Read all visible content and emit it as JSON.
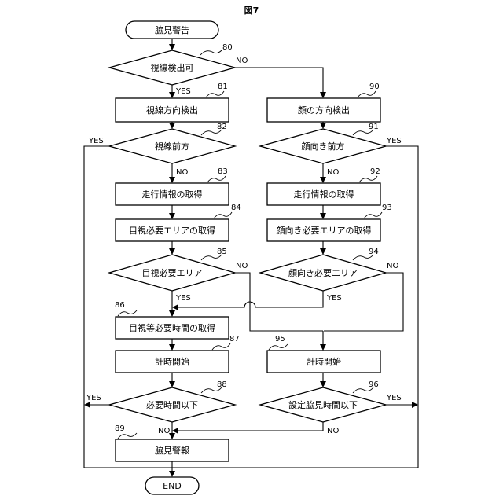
{
  "figure_title": "図7",
  "nodes": {
    "start": "脇見警告",
    "d80": "視線検出可",
    "p81": "視線方向検出",
    "d82": "視線前方",
    "p83": "走行情報の取得",
    "p84": "目視必要エリアの取得",
    "d85": "目視必要エリア",
    "p86": "目視等必要時間の取得",
    "p87": "計時開始",
    "d88": "必要時間以下",
    "p89": "脇見警報",
    "end": "END",
    "p90": "顔の方向検出",
    "d91": "顔向き前方",
    "p92": "走行情報の取得",
    "p93": "顔向き必要エリアの取得",
    "d94": "顔向き必要エリア",
    "p95": "計時開始",
    "d96": "設定脇見時間以下"
  },
  "refs": {
    "r80": "80",
    "r81": "81",
    "r82": "82",
    "r83": "83",
    "r84": "84",
    "r85": "85",
    "r86": "86",
    "r87": "87",
    "r88": "88",
    "r89": "89",
    "r90": "90",
    "r91": "91",
    "r92": "92",
    "r93": "93",
    "r94": "94",
    "r95": "95",
    "r96": "96"
  },
  "branches": {
    "yes": "YES",
    "no": "NO"
  }
}
